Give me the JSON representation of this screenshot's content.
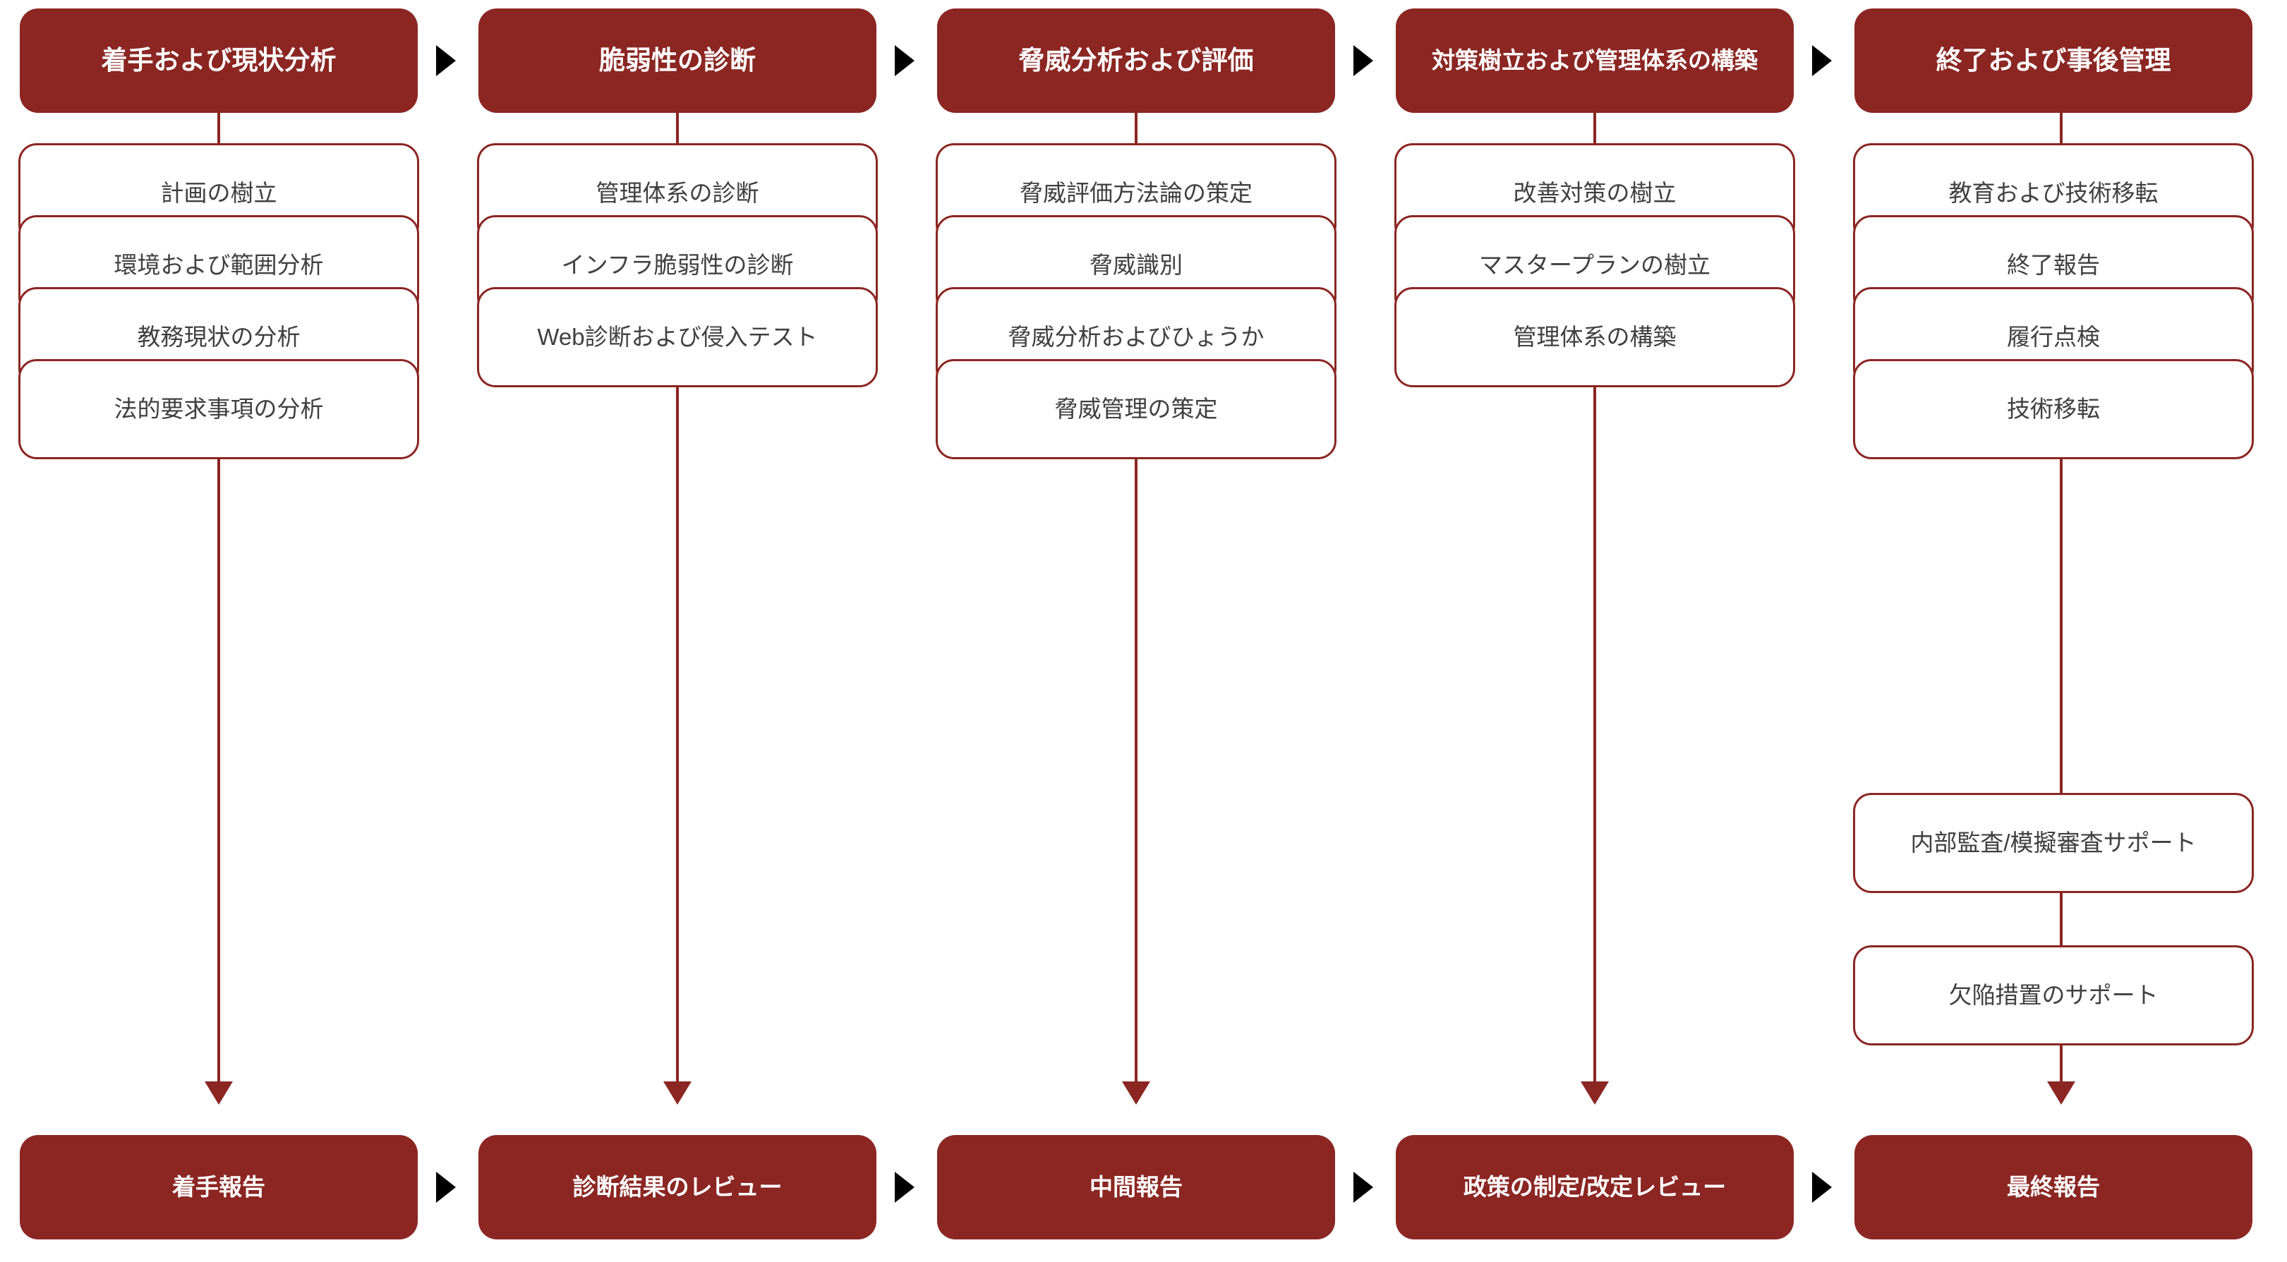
{
  "diagram": {
    "title": "Security consulting process flow",
    "colors": {
      "accent": "#8B2622",
      "box_text": "#404040",
      "header_text": "#FFFFFF",
      "background": "#FFFFFF",
      "connector_arrow": "#000000"
    },
    "columns": [
      {
        "id": "col-1",
        "header": "着手および現状分析",
        "steps": [
          "計画の樹立",
          "環境および範囲分析",
          "教務現状の分析",
          "法的要求事項の分析"
        ],
        "footer": "着手報告"
      },
      {
        "id": "col-2",
        "header": "脆弱性の診断",
        "steps": [
          "管理体系の診断",
          "インフラ脆弱性の診断",
          "Web診断および侵入テスト"
        ],
        "footer": "診断結果のレビュー"
      },
      {
        "id": "col-3",
        "header": "脅威分析および評価",
        "steps": [
          "脅威評価方法論の策定",
          "脅威識別",
          "脅威分析およびひょうか",
          "脅威管理の策定"
        ],
        "footer": "中間報告"
      },
      {
        "id": "col-4",
        "header": "対策樹立および管理体系の構築",
        "steps": [
          "改善対策の樹立",
          "マスタープランの樹立",
          "管理体系の構築"
        ],
        "footer": "政策の制定/改定レビュー"
      },
      {
        "id": "col-5",
        "header": "終了および事後管理",
        "steps": [
          "教育および技術移転",
          "終了報告",
          "履行点検",
          "技術移転",
          "内部監査/模擬審査サポート",
          "欠陥措置のサポート"
        ],
        "footer": "最終報告"
      }
    ],
    "connectors": {
      "between_headers_icon": "right-triangle-icon",
      "between_footers_icon": "right-triangle-icon",
      "vertical_icon": "down-arrow-icon",
      "count_top": 4,
      "count_bottom": 4
    }
  }
}
